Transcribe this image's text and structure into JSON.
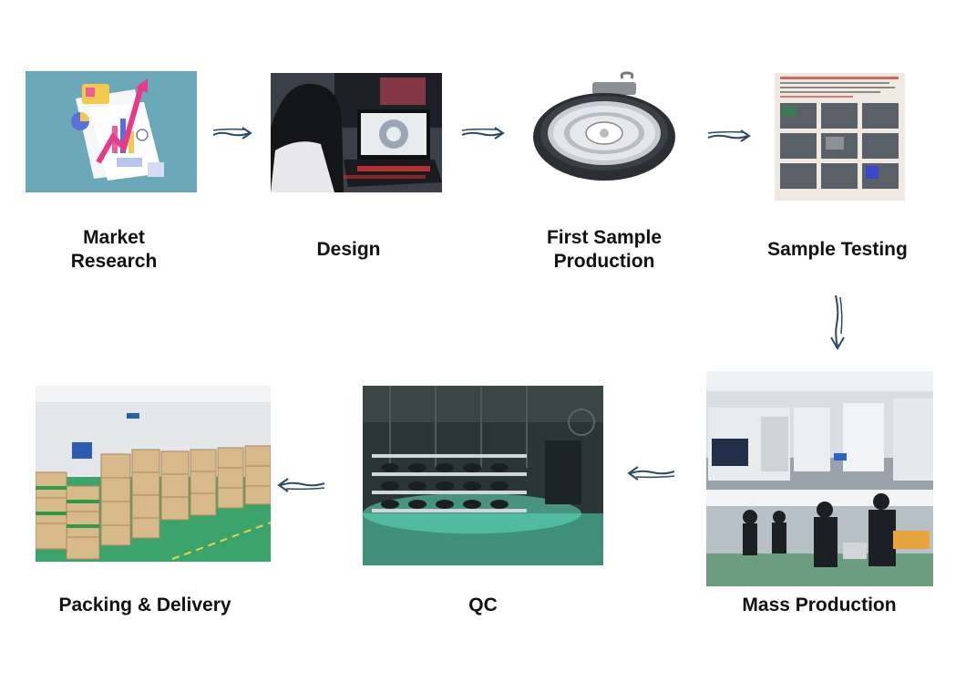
{
  "steps": [
    {
      "label": "Market\nResearch",
      "icon": "market-research-illustration"
    },
    {
      "label": "Design",
      "icon": "designer-at-laptop-photo"
    },
    {
      "label": "First Sample\nProduction",
      "icon": "ufo-high-bay-light-photo"
    },
    {
      "label": "Sample Testing",
      "icon": "test-equipment-poster-photo"
    },
    {
      "label": "Mass Production",
      "icon": "factory-production-line-photo"
    },
    {
      "label": "QC",
      "icon": "aging-test-rack-photo"
    },
    {
      "label": "Packing & Delivery",
      "icon": "warehouse-cartons-photo"
    }
  ],
  "colors": {
    "arrow": "#2a4a66",
    "market_bg": "#6ba9b8",
    "factory_floor": "#3f9a78",
    "qc_glow": "#5fe0c0"
  }
}
